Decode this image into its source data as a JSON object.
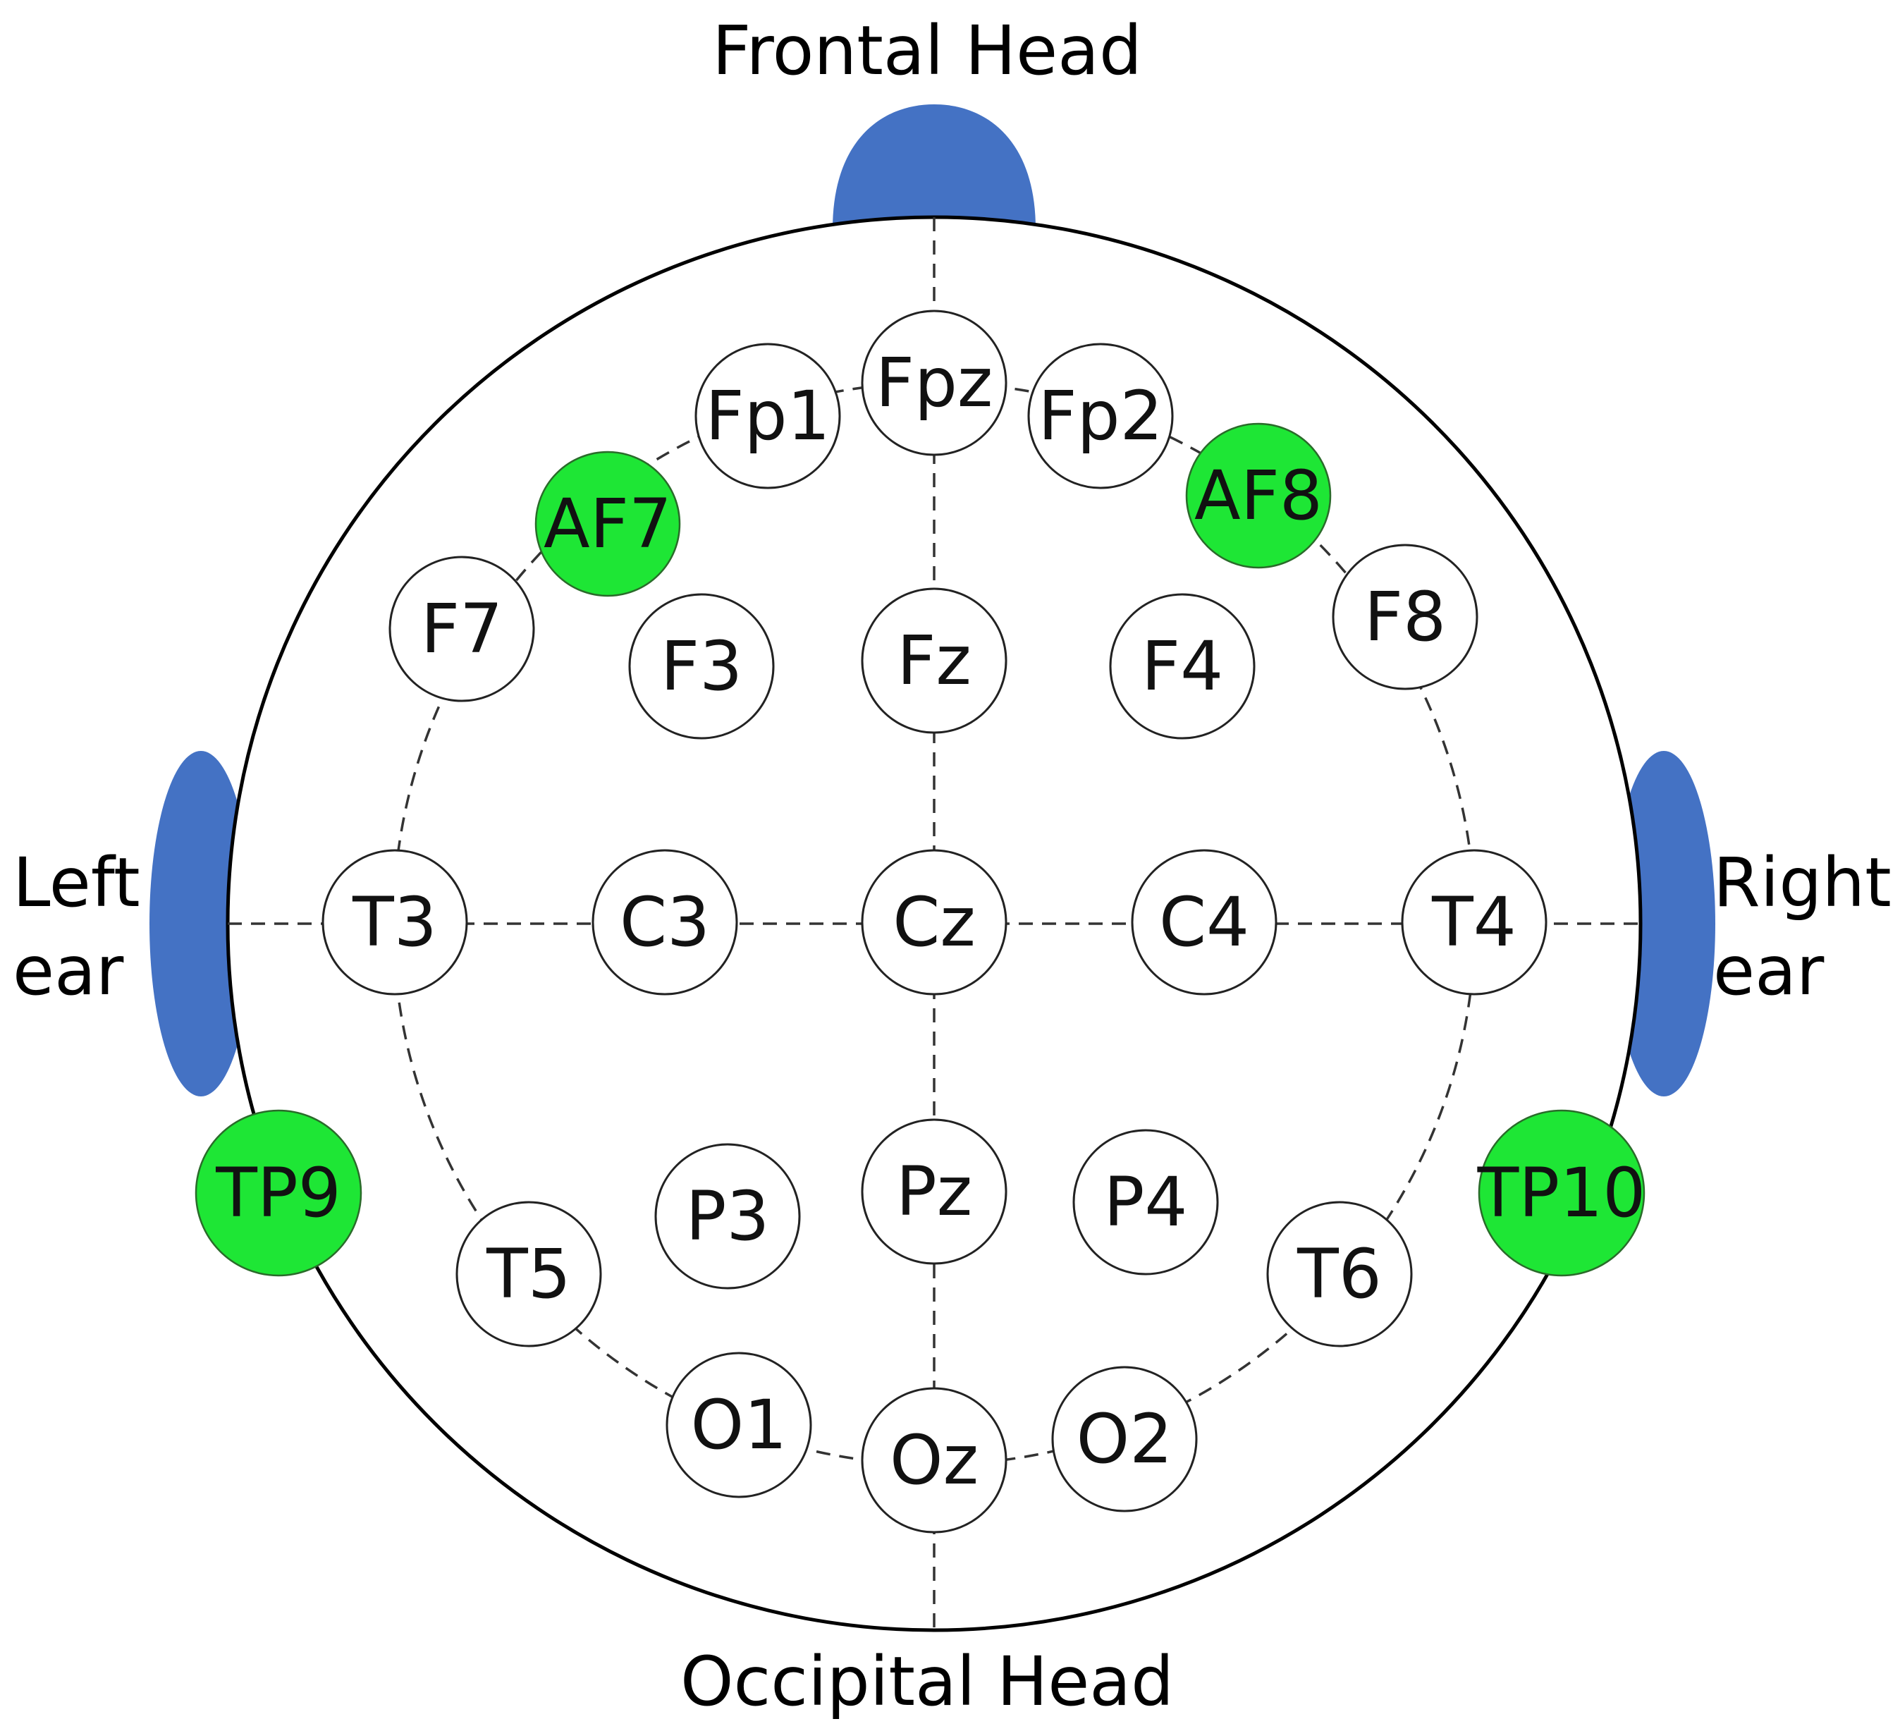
{
  "labels": {
    "top": "Frontal Head",
    "bottom": "Occipital Head",
    "left_line1": "Left",
    "left_line2": "ear",
    "right_line1": "Right",
    "right_line2": "ear"
  },
  "colors": {
    "anatomy": "#4472c4",
    "highlight": "#1ee635",
    "electrode": "#ffffff",
    "outline": "#000000"
  },
  "electrodes": [
    {
      "id": "fpz",
      "label": "Fpz",
      "highlighted": false
    },
    {
      "id": "fp1",
      "label": "Fp1",
      "highlighted": false
    },
    {
      "id": "fp2",
      "label": "Fp2",
      "highlighted": false
    },
    {
      "id": "af7",
      "label": "AF7",
      "highlighted": true
    },
    {
      "id": "af8",
      "label": "AF8",
      "highlighted": true
    },
    {
      "id": "f7",
      "label": "F7",
      "highlighted": false
    },
    {
      "id": "f3",
      "label": "F3",
      "highlighted": false
    },
    {
      "id": "fz",
      "label": "Fz",
      "highlighted": false
    },
    {
      "id": "f4",
      "label": "F4",
      "highlighted": false
    },
    {
      "id": "f8",
      "label": "F8",
      "highlighted": false
    },
    {
      "id": "t3",
      "label": "T3",
      "highlighted": false
    },
    {
      "id": "c3",
      "label": "C3",
      "highlighted": false
    },
    {
      "id": "cz",
      "label": "Cz",
      "highlighted": false
    },
    {
      "id": "c4",
      "label": "C4",
      "highlighted": false
    },
    {
      "id": "t4",
      "label": "T4",
      "highlighted": false
    },
    {
      "id": "tp9",
      "label": "TP9",
      "highlighted": true
    },
    {
      "id": "tp10",
      "label": "TP10",
      "highlighted": true
    },
    {
      "id": "t5",
      "label": "T5",
      "highlighted": false
    },
    {
      "id": "p3",
      "label": "P3",
      "highlighted": false
    },
    {
      "id": "pz",
      "label": "Pz",
      "highlighted": false
    },
    {
      "id": "p4",
      "label": "P4",
      "highlighted": false
    },
    {
      "id": "t6",
      "label": "T6",
      "highlighted": false
    },
    {
      "id": "o1",
      "label": "O1",
      "highlighted": false
    },
    {
      "id": "oz",
      "label": "Oz",
      "highlighted": false
    },
    {
      "id": "o2",
      "label": "O2",
      "highlighted": false
    }
  ]
}
